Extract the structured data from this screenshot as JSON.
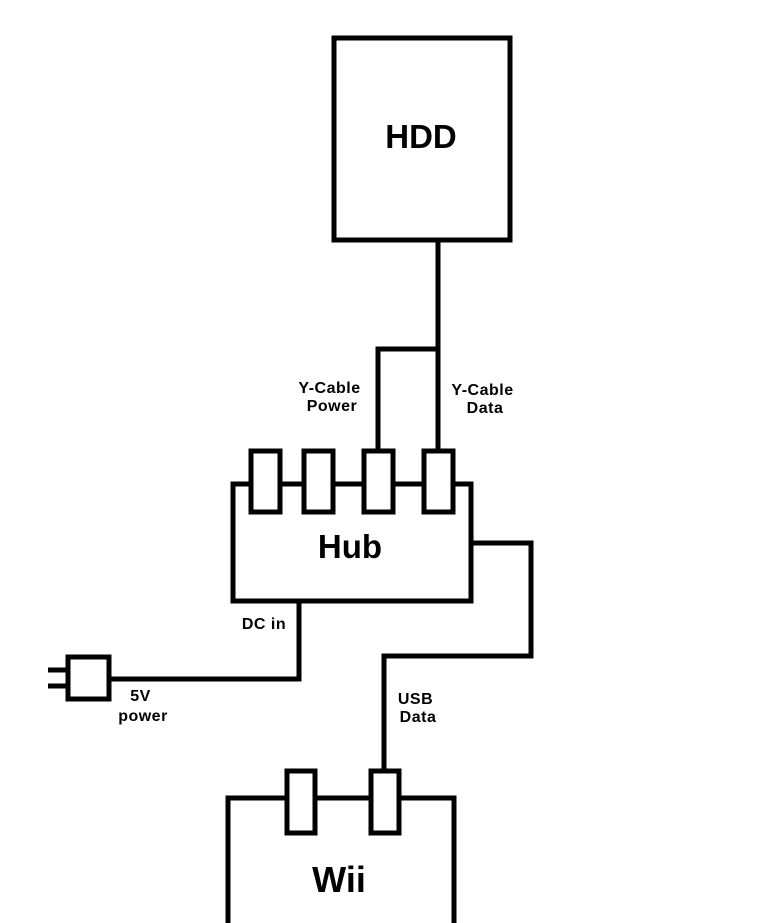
{
  "devices": {
    "hdd": "HDD",
    "hub": "Hub",
    "wii": "Wii"
  },
  "labels": {
    "y_cable_power": [
      "Y-Cable",
      "Power"
    ],
    "y_cable_data": [
      "Y-Cable",
      "Data"
    ],
    "dc_in": "DC in",
    "power_5v": [
      "5V",
      "power"
    ],
    "usb_data": [
      "USB",
      "Data"
    ]
  },
  "colors": {
    "stroke": "#000000",
    "background": "#ffffff"
  }
}
